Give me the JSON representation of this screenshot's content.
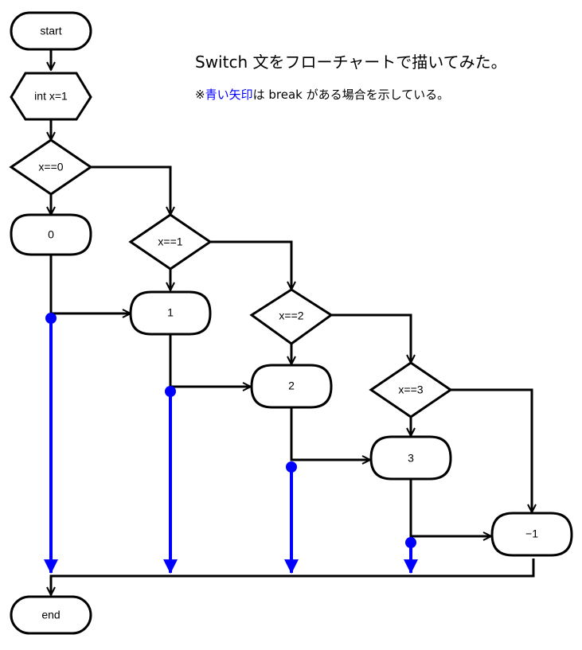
{
  "header": {
    "title": "Switch 文をフローチャートで描いてみた。",
    "note_prefix": "※",
    "note_highlight": "青い矢印",
    "note_rest": "は break がある場合を示している。"
  },
  "colors": {
    "flow_line": "#000000",
    "break_arrow": "#0000ff",
    "node_fill": "#ffffff",
    "background": "#ffffff"
  },
  "nodes": {
    "start": "start",
    "init": "int x=1",
    "cond0": "x==0",
    "case0": "0",
    "cond1": "x==1",
    "case1": "1",
    "cond2": "x==2",
    "case2": "2",
    "cond3": "x==3",
    "case3": "3",
    "default": "−1",
    "end": "end"
  }
}
